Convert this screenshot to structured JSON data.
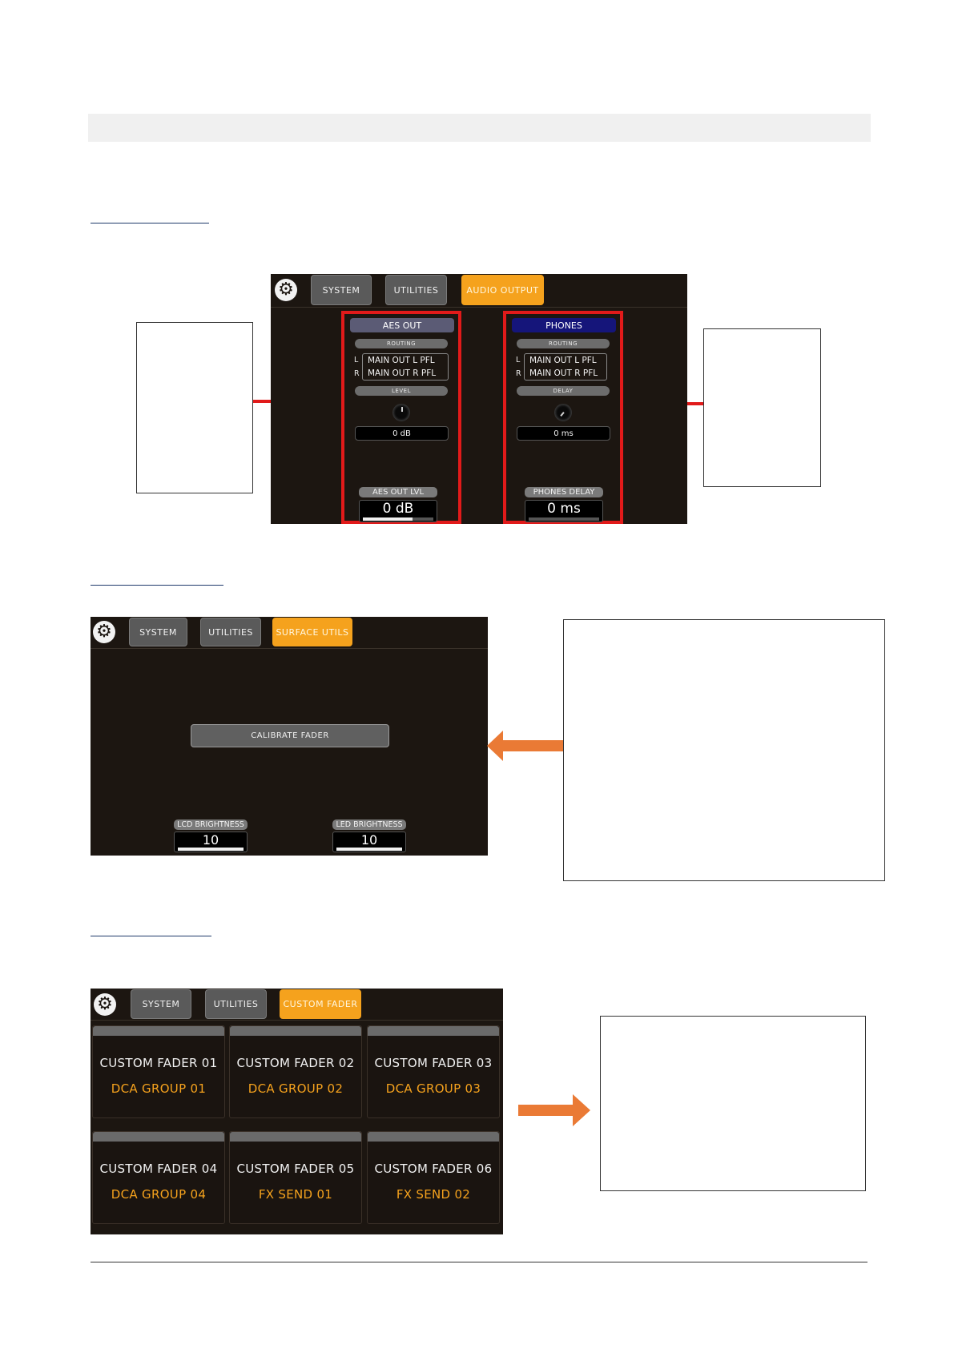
{
  "fig1": {
    "tabs": {
      "system": "SYSTEM",
      "utilities": "UTILITIES",
      "active": "AUDIO OUTPUT"
    },
    "aes": {
      "header": "AES OUT",
      "routing_label": "ROUTING",
      "left_letter": "L",
      "right_letter": "R",
      "left_route": "MAIN OUT L PFL",
      "right_route": "MAIN OUT R PFL",
      "param_label": "LEVEL",
      "param_value": "0 dB",
      "bottom_label": "AES OUT LVL",
      "bottom_value": "0 dB",
      "bar_level": 0.7
    },
    "phones": {
      "header": "PHONES",
      "routing_label": "ROUTING",
      "left_letter": "L",
      "right_letter": "R",
      "left_route": "MAIN OUT L PFL",
      "right_route": "MAIN OUT R PFL",
      "param_label": "DELAY",
      "param_value": "0 ms",
      "bottom_label": "PHONES DELAY",
      "bottom_value": "0 ms",
      "bar_level": 0.0
    }
  },
  "fig2": {
    "tabs": {
      "system": "SYSTEM",
      "utilities": "UTILITIES",
      "active": "SURFACE UTILS"
    },
    "calibrate_label": "CALIBRATE FADER",
    "lcd": {
      "label": "LCD BRIGHTNESS",
      "value": "10",
      "bar_level": 1.0
    },
    "led": {
      "label": "LED BRIGHTNESS",
      "value": "10",
      "bar_level": 1.0
    }
  },
  "fig3": {
    "tabs": {
      "system": "SYSTEM",
      "utilities": "UTILITIES",
      "active": "CUSTOM FADER"
    },
    "faders": [
      {
        "name": "CUSTOM FADER 01",
        "assign": "DCA GROUP 01"
      },
      {
        "name": "CUSTOM FADER 02",
        "assign": "DCA GROUP 02"
      },
      {
        "name": "CUSTOM FADER 03",
        "assign": "DCA GROUP 03"
      },
      {
        "name": "CUSTOM FADER 04",
        "assign": "DCA GROUP 04"
      },
      {
        "name": "CUSTOM FADER 05",
        "assign": "FX SEND 01"
      },
      {
        "name": "CUSTOM FADER 06",
        "assign": "FX SEND 02"
      }
    ]
  },
  "colors": {
    "accent": "#f5a21d",
    "highlight": "#e11a1a",
    "arrow": "#ea7a35",
    "screen_bg": "#1c1611"
  },
  "icons": {
    "settings": "gear-icon",
    "left_arrow": "arrow-left-icon",
    "right_arrow": "arrow-right-icon"
  }
}
